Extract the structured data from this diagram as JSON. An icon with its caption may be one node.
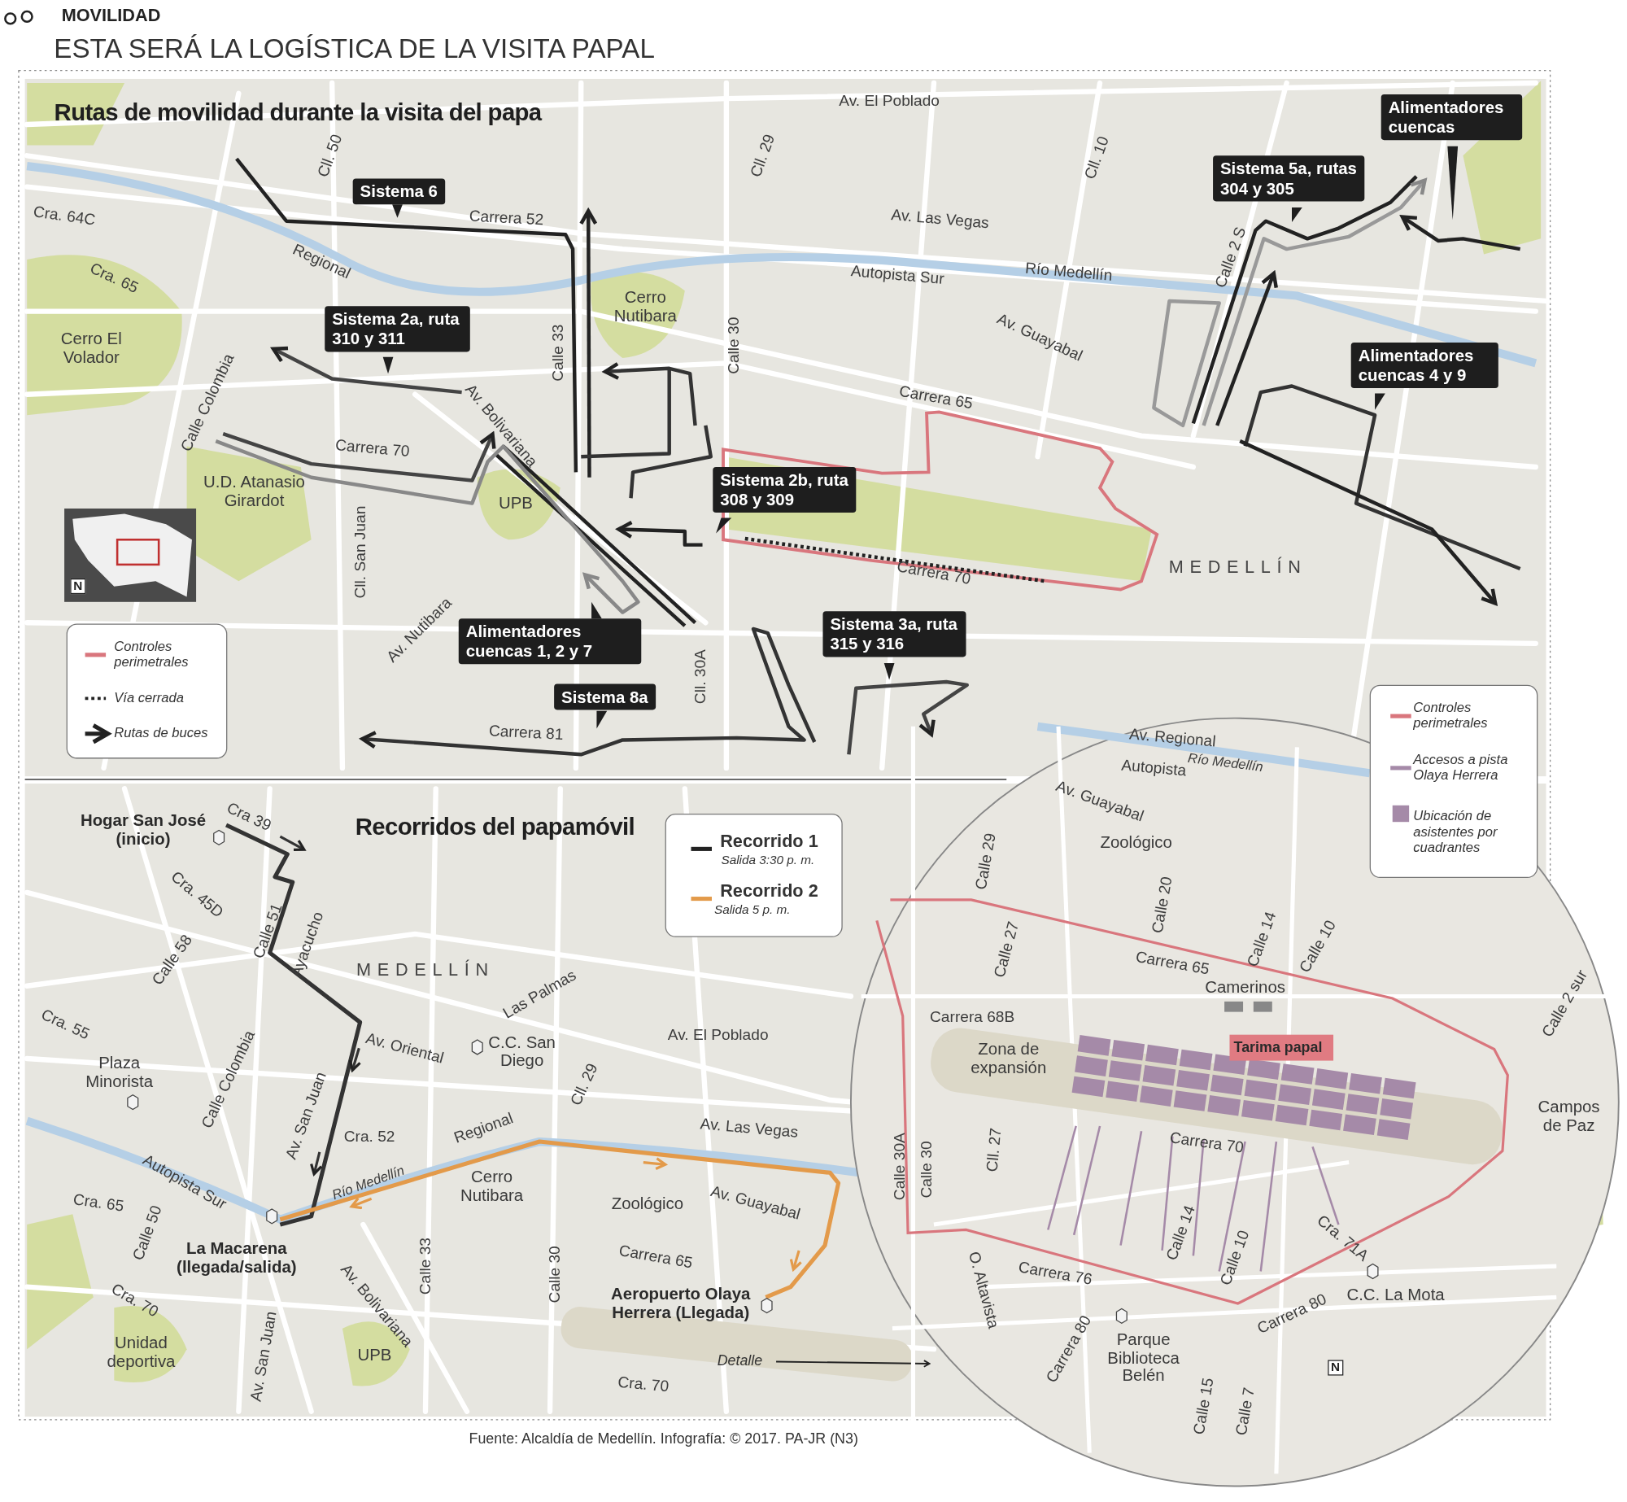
{
  "diagram": {
    "title": "ESTA SERÁ LA LOGÍSTICA DE LA VISITA PAPAL",
    "caption": "Fuente: Alcaldía de Medellín. Infografía: © 2017. PA-JR (N3)",
    "nodes": [
      {
        "text": [
          "Sistema 6"
        ]
      },
      {
        "text": [
          "Sistema 2a, ruta 310 y 311"
        ]
      },
      {
        "text": [
          "Sistema 2b, ruta 308 y 309"
        ]
      },
      {
        "text": [
          "Alimentadores cuencas 1, 2 y 7"
        ]
      },
      {
        "text": [
          "Sistema 8a"
        ]
      },
      {
        "text": [
          "Sistema 3a, ruta 315 y 316"
        ]
      },
      {
        "text": [
          "Sistema 5a, rutas 304 y 305"
        ]
      },
      {
        "text": [
          "Alimentadores cuencas"
        ]
      },
      {
        "text": [
          "Alimentadores cuencas 4 y 9"
        ]
      },
      {
        "text": [
          "Tarima papal"
        ]
      }
    ],
    "labels": [
      "MOVILIDAD",
      "Rutas de movilidad durante la visita del papa",
      "Av. El Poblado",
      "Cll. 50",
      "Cll. 29",
      "Cll. 10",
      "Cra. 64C",
      "Carrera 52",
      "Av. Las Vegas",
      "Regional",
      "Cra. 65",
      "Autopista Sur",
      "Río Medellín",
      "Calle 2 S",
      "Cerro El Volador",
      "Cerro Nutibara",
      "Calle 33",
      "Calle 30",
      "Av. Guayabal",
      "Calle Colombia",
      "Av. Bolivariana",
      "Carrera 65",
      "Carrera 70",
      "U.D. Atanasio Girardot",
      "UPB",
      "Cll. San Juan",
      "Carrera 70",
      "MEDELLÍN",
      "Av. Nutibara",
      "Cll. 30A",
      "Carrera 81",
      "N",
      "Hogar San José (inicio)",
      "Cra 39",
      "Recorridos del papamóvil",
      "Salida 3:30 p. m.",
      "Salida 5 p. m.",
      "Cra. 45D",
      "Calle 58",
      "Calle 51",
      "Ayacucho",
      "MEDELLÍN",
      "Las Palmas",
      "Cra. 55",
      "Av. Oriental",
      "C.C. San Diego",
      "Av. El Poblado",
      "Plaza Minorista",
      "Calle Colombia",
      "Cll. 29",
      "Av. San Juan",
      "Cra. 52",
      "Regional",
      "Av. Las Vegas",
      "Cra. 65",
      "Autopista Sur",
      "Río Medellín",
      "Cerro Nutibara",
      "Zoológico",
      "Av. Guayabal",
      "Calle 50",
      "Cra. 70",
      "La Macarena (llegada/salida)",
      "Av. Bolivariana",
      "Calle 33",
      "Calle 30",
      "Carrera 65",
      "Aeropuerto Olaya Herrera (Llegada)",
      "Unidad deportiva",
      "Av. San Juan",
      "UPB",
      "Detalle",
      "Cra. 70",
      "Av. Regional",
      "Autopista",
      "Río Medellín",
      "Av. Guayabal",
      "Zoológico",
      "Calle 29",
      "Calle 27",
      "Calle 20",
      "Carrera 65",
      "Calle 14",
      "Calle 10",
      "Camerinos",
      "Carrera 68B",
      "Zona de expansión",
      "Calle 2 sur",
      "Campos de Paz",
      "Carrera 70",
      "Calle 30A",
      "Calle 30",
      "Cll. 27",
      "Calle 14",
      "Calle 10",
      "Cra. 71A",
      "Carrera 76",
      "O. Altavista",
      "C.C. La Mota",
      "Carrera 80",
      "Carrera 80",
      "Parque Biblioteca Belén",
      "Calle 15",
      "Calle 7",
      "N"
    ],
    "legend": [
      {
        "text": "Controles perimetrales"
      },
      {
        "text": "Vía cerrada"
      },
      {
        "text": "Rutas de buces"
      },
      {
        "text": "Recorrido 1"
      },
      {
        "text": "Recorrido 2"
      },
      {
        "text": "Controles perimetrales"
      },
      {
        "text": "Accesos a pista Olaya Herrera"
      },
      {
        "text": "Ubicación de asistentes por cuadrantes",
        "color": "#a58aa8"
      }
    ]
  }
}
